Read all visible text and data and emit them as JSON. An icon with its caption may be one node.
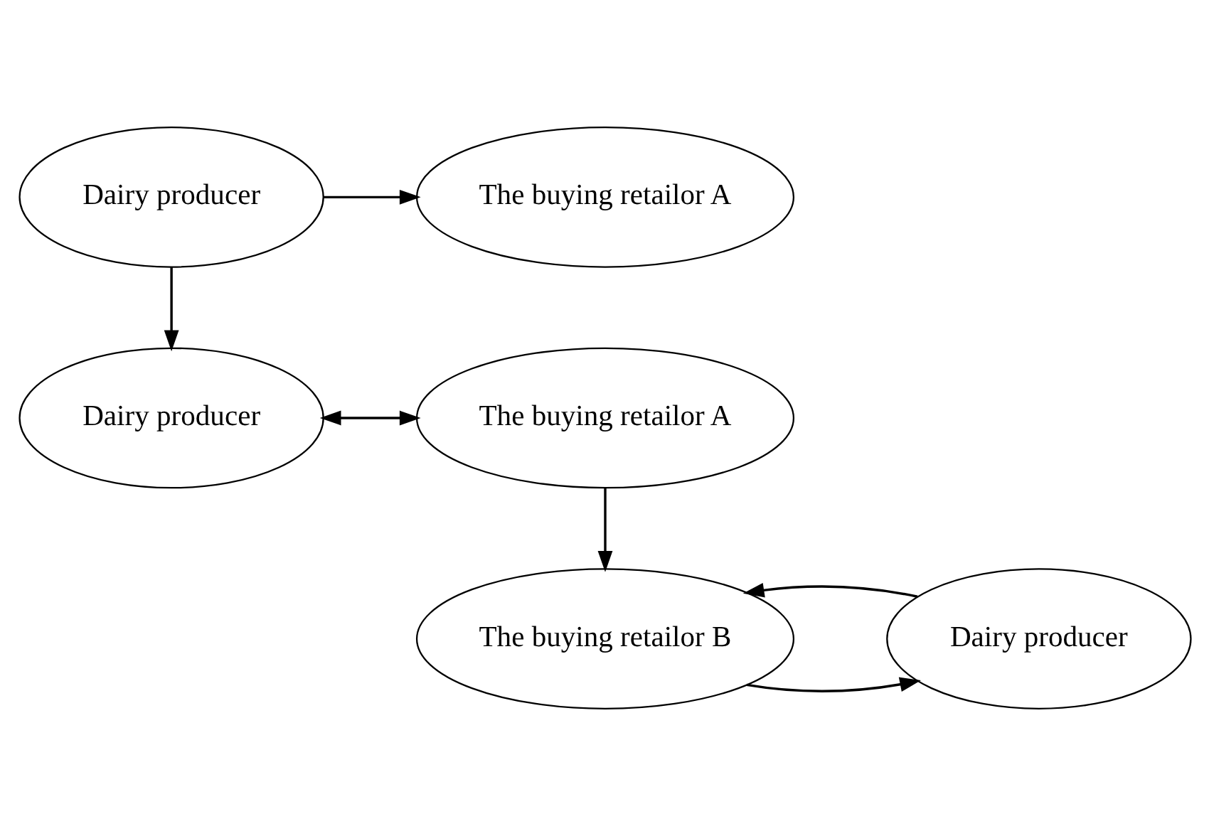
{
  "diagram": {
    "nodes": [
      {
        "text": [
          "Dairy producer"
        ]
      },
      {
        "text": [
          "The buying retailor A"
        ]
      },
      {
        "text": [
          "Dairy producer"
        ]
      },
      {
        "text": [
          "The buying retailor A"
        ]
      },
      {
        "text": [
          "Dairy producer"
        ]
      },
      {
        "text": [
          "The buying retailor B"
        ]
      }
    ],
    "edges": [
      {
        "from": 0,
        "to": 1,
        "arrow": "to"
      },
      {
        "from": 0,
        "to": 2,
        "arrow": "to"
      },
      {
        "from": 2,
        "to": 3,
        "arrow": "both"
      },
      {
        "from": 3,
        "to": 5,
        "arrow": "to"
      },
      {
        "from": 5,
        "to": 4,
        "arrow": "to"
      },
      {
        "from": 4,
        "to": 5,
        "arrow": "to"
      }
    ]
  }
}
